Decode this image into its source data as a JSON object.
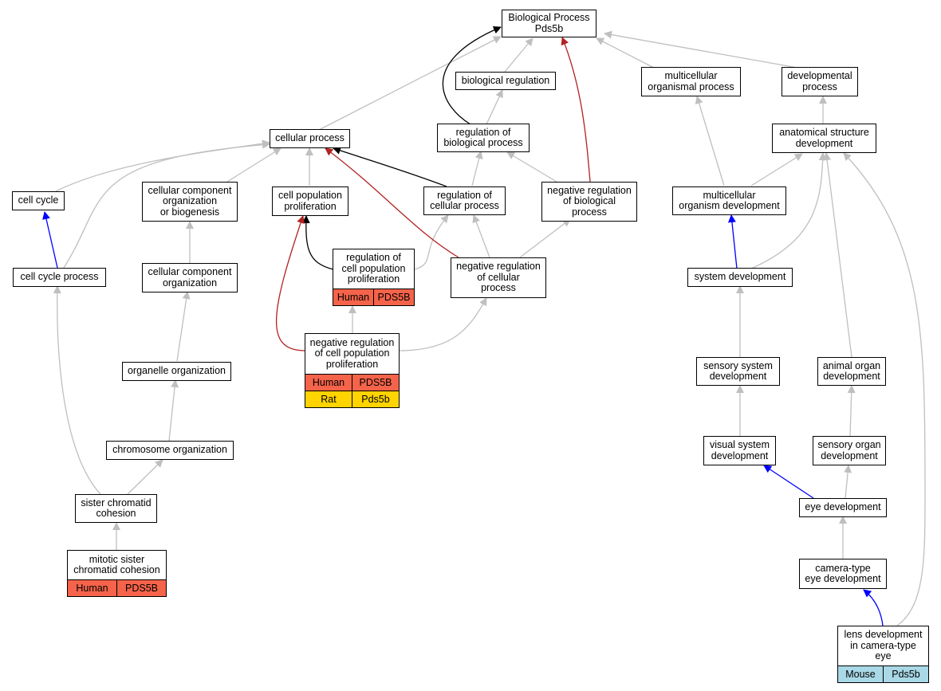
{
  "nodes": {
    "bp": "Biological Process\nPds5b",
    "breg": "biological regulation",
    "mop": "multicellular\norganismal process",
    "devp": "developmental\nprocess",
    "cp": "cellular process",
    "regbp": "regulation of\nbiological process",
    "asd": "anatomical structure\ndevelopment",
    "cc": "cell cycle",
    "ccob": "cellular component\norganization\nor biogenesis",
    "cpp": "cell population\nproliferation",
    "regcp": "regulation of\ncellular process",
    "negregbp": "negative regulation\nof biological\nprocess",
    "mod": "multicellular\norganism development",
    "ccp": "cell cycle process",
    "cco": "cellular component\norganization",
    "regcpp": "regulation of\ncell population\nproliferation",
    "negregcp": "negative regulation\nof cellular\nprocess",
    "sysdev": "system development",
    "negregcpp": "negative regulation\nof cell population\nproliferation",
    "orgorg": "organelle organization",
    "ssd": "sensory system\ndevelopment",
    "aod": "animal organ\ndevelopment",
    "chrorg": "chromosome organization",
    "vsd": "visual system\ndevelopment",
    "sod": "sensory organ\ndevelopment",
    "scc": "sister chromatid\ncohesion",
    "eyedev": "eye development",
    "msc": "mitotic sister\nchromatid cohesion",
    "cted": "camera-type\neye development",
    "lens": "lens development\nin camera-type\neye"
  },
  "annotations": {
    "regcpp": [
      {
        "species": "Human",
        "gene": "PDS5B",
        "color": "#f4634a"
      }
    ],
    "negregcpp": [
      {
        "species": "Human",
        "gene": "PDS5B",
        "color": "#f4634a"
      },
      {
        "species": "Rat",
        "gene": "Pds5b",
        "color": "#ffd400"
      }
    ],
    "msc": [
      {
        "species": "Human",
        "gene": "PDS5B",
        "color": "#f4634a"
      }
    ],
    "lens": [
      {
        "species": "Mouse",
        "gene": "Pds5b",
        "color": "#a9d8e6"
      }
    ]
  },
  "edge_colors": {
    "is_a": "#bfbfbf",
    "part_of": "#0000ff",
    "regulates": "#000000",
    "negatively_regulates": "#b22222"
  }
}
